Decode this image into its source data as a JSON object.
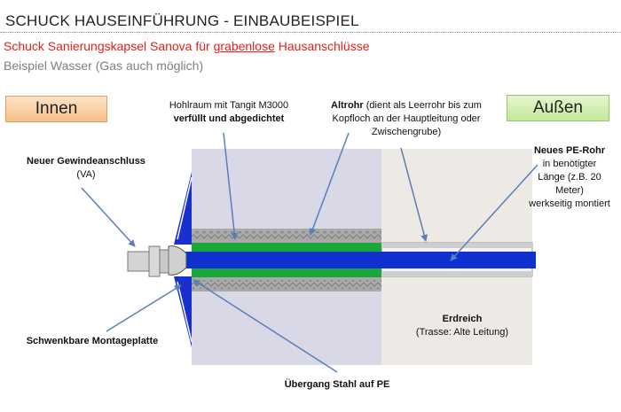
{
  "header": {
    "title": "SCHUCK HAUSEINFÜHRUNG - EINBAUBEISPIEL",
    "subtitle_before": "Schuck Sanierungskapsel Sanova für ",
    "subtitle_underlined": "grabenlose",
    "subtitle_after": " Hausanschlüsse",
    "subtitle2": "Beispiel Wasser (Gas auch möglich)"
  },
  "sides": {
    "innen": "Innen",
    "aussen": "Außen"
  },
  "labels": {
    "hohlraum_line1": "Hohlraum mit Tangit M3000",
    "hohlraum_line2": "verfüllt und abgedichtet",
    "altrohr_bold": "Altrohr",
    "altrohr_rest1": " (dient als Leerrohr bis zum",
    "altrohr_line2": "Kopfloch an der Hauptleitung oder",
    "altrohr_line3": "Zwischengrube)",
    "gewinde_line1": "Neuer Gewindeanschluss",
    "gewinde_line2": "(VA)",
    "pe_line1": "Neues PE-Rohr",
    "pe_line2": "in benötigter",
    "pe_line3": "Länge (z.B. 20",
    "pe_line4": "Meter)",
    "pe_line5": "werkseitig montiert",
    "erdreich_line1": "Erdreich",
    "erdreich_line2": "(Trasse: Alte Leitung)",
    "montageplatte": "Schwenkbare Montageplatte",
    "uebergang": "Übergang Stahl auf PE"
  },
  "colors": {
    "wall": "#d8d8e6",
    "soil": "#ede9e4",
    "pipe_blue": "#1030d0",
    "plate_blue": "#1a2fd0",
    "filler_green": "#1aa83a",
    "old_pipe": "#a8a8a8",
    "arrow": "#5a7fb8",
    "title_red": "#e0201b"
  }
}
